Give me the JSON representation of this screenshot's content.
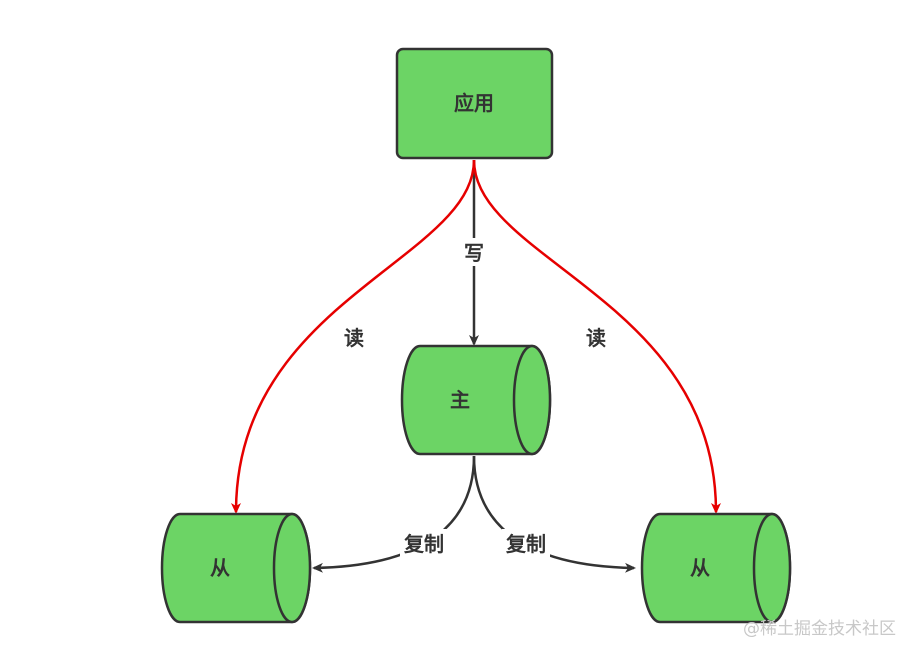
{
  "nodes": {
    "app": {
      "label": "应用"
    },
    "master": {
      "label": "主"
    },
    "slave_left": {
      "label": "从"
    },
    "slave_right": {
      "label": "从"
    }
  },
  "edges": {
    "write": {
      "label": "写"
    },
    "read_left": {
      "label": "读"
    },
    "read_right": {
      "label": "读"
    },
    "replicate_left": {
      "label": "复制"
    },
    "replicate_right": {
      "label": "复制"
    }
  },
  "watermark": "@稀土掘金技术社区",
  "colors": {
    "node_fill": "#6cd465",
    "node_stroke": "#333333",
    "read_edge": "#e60000",
    "default_edge": "#333333",
    "watermark": "#c8c8c8"
  }
}
